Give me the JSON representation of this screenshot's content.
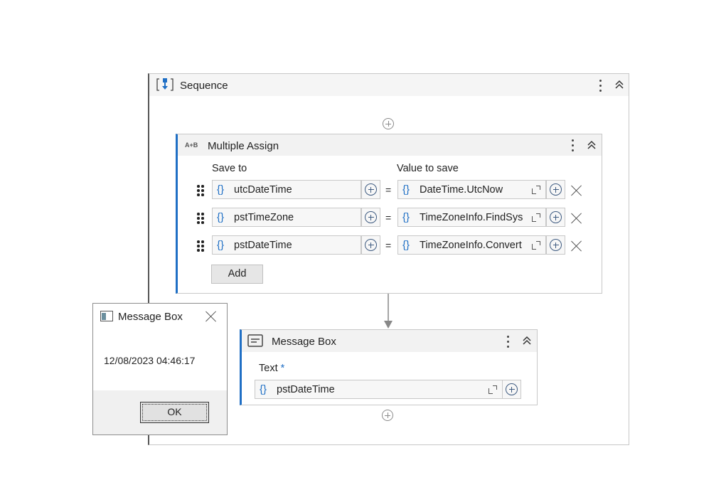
{
  "sequence": {
    "title": "Sequence",
    "icon": "sequence-icon"
  },
  "multiple_assign": {
    "title": "Multiple Assign",
    "icon_label": "A+B",
    "save_to_label": "Save to",
    "value_label": "Value to save",
    "equals": "=",
    "braces": "{}",
    "rows": [
      {
        "save_to": "utcDateTime",
        "value": "DateTime.UtcNow"
      },
      {
        "save_to": "pstTimeZone",
        "value": "TimeZoneInfo.FindSys"
      },
      {
        "save_to": "pstDateTime",
        "value": "TimeZoneInfo.Convert"
      }
    ],
    "add_button": "Add"
  },
  "message_box_activity": {
    "title": "Message Box",
    "text_label": "Text",
    "required_marker": "*",
    "text_value": "pstDateTime"
  },
  "dialog": {
    "title": "Message Box",
    "message": "12/08/2023 04:46:17",
    "ok_button": "OK"
  },
  "colors": {
    "accent": "#1f6fc5",
    "add_icon": "#3d5a80",
    "header_bg": "#f2f2f2"
  }
}
